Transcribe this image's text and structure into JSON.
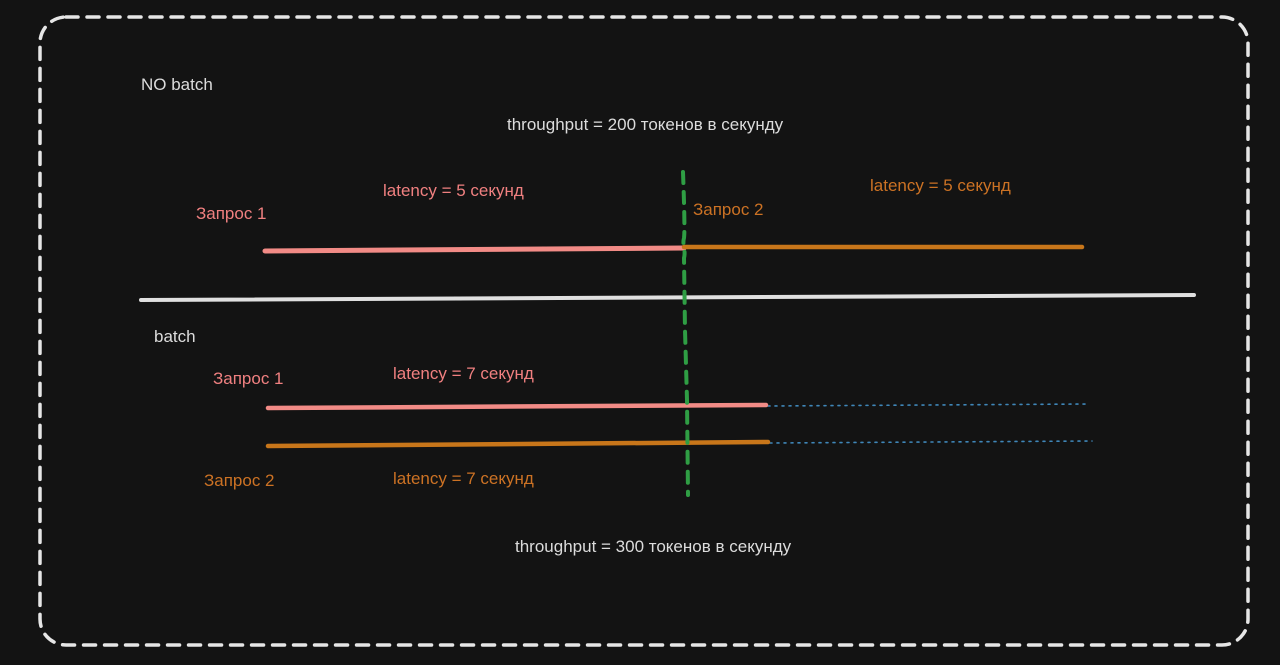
{
  "colors": {
    "background": "#131313",
    "frame": "#e6e6e6",
    "divider": "#e0e0e0",
    "request1": "#f28b86",
    "request2": "#c8761a",
    "marker": "#2f9e44",
    "dotted": "#3f86b8",
    "text": "#dcdcdc"
  },
  "no_batch": {
    "title": "NO batch",
    "throughput": "throughput = 200 токенов в секунду",
    "request1_label": "Запрос 1",
    "request1_latency": "latency = 5 секунд",
    "request2_label": "Запрос 2",
    "request2_latency": "latency = 5 секунд"
  },
  "batch": {
    "title": "batch",
    "request1_label": "Запрос 1",
    "request1_latency": "latency = 7 секунд",
    "request2_label": "Запрос 2",
    "request2_latency": "latency = 7 секунд",
    "throughput": "throughput = 300 токенов в секунду"
  }
}
